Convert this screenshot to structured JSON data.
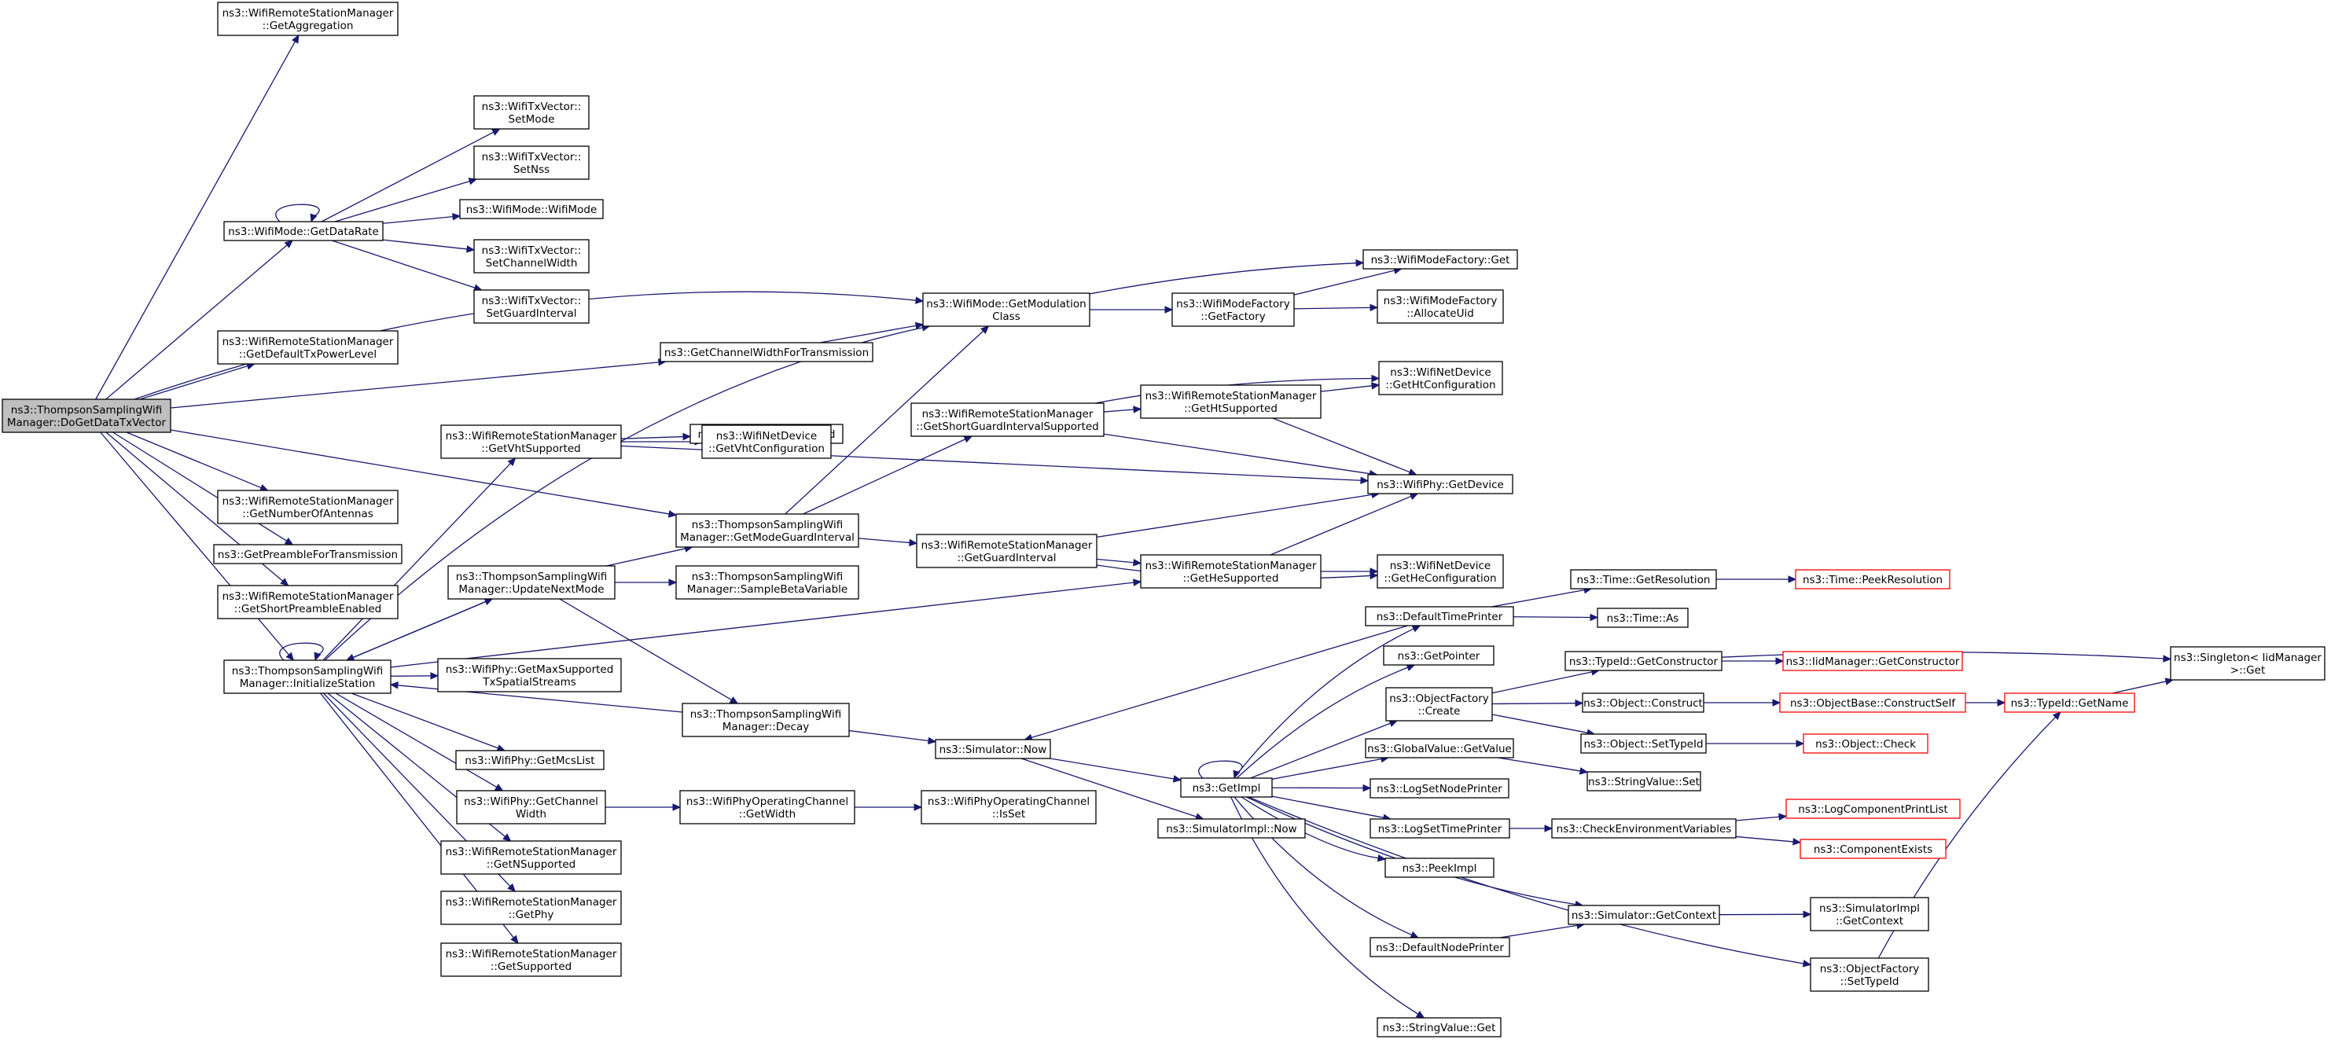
{
  "colors": {
    "edge": "#191970",
    "node_border": "#000000",
    "node_border_truncated": "#ff0000",
    "root_fill": "#bfbfbf",
    "node_fill": "#ffffff"
  },
  "nodes": [
    {
      "id": "root",
      "lines": [
        "ns3::ThompsonSamplingWifi",
        "Manager::DoGetDataTxVector"
      ],
      "root": true
    },
    {
      "id": "getAggregation",
      "lines": [
        "ns3::WifiRemoteStationManager",
        "::GetAggregation"
      ]
    },
    {
      "id": "getDataRate",
      "lines": [
        "ns3::WifiMode::GetDataRate"
      ]
    },
    {
      "id": "setMode",
      "lines": [
        "ns3::WifiTxVector::",
        "SetMode"
      ]
    },
    {
      "id": "setNss",
      "lines": [
        "ns3::WifiTxVector::",
        "SetNss"
      ]
    },
    {
      "id": "wifiModeCtor",
      "lines": [
        "ns3::WifiMode::WifiMode"
      ]
    },
    {
      "id": "setChannelWidth",
      "lines": [
        "ns3::WifiTxVector::",
        "SetChannelWidth"
      ]
    },
    {
      "id": "setGuardInterval",
      "lines": [
        "ns3::WifiTxVector::",
        "SetGuardInterval"
      ]
    },
    {
      "id": "getDefaultTxPowerLevel",
      "lines": [
        "ns3::WifiRemoteStationManager",
        "::GetDefaultTxPowerLevel"
      ]
    },
    {
      "id": "getChannelWidthForTx",
      "lines": [
        "ns3::GetChannelWidthForTransmission"
      ]
    },
    {
      "id": "getModulationClass",
      "lines": [
        "ns3::WifiMode::GetModulation",
        "Class"
      ]
    },
    {
      "id": "wifiModeFactoryGet",
      "lines": [
        "ns3::WifiModeFactory::Get"
      ]
    },
    {
      "id": "getFactory",
      "lines": [
        "ns3::WifiModeFactory",
        "::GetFactory"
      ]
    },
    {
      "id": "allocateUid",
      "lines": [
        "ns3::WifiModeFactory",
        "::AllocateUid"
      ]
    },
    {
      "id": "getPhyBand",
      "lines": [
        "ns3::WifiPhy::GetPhyBand"
      ]
    },
    {
      "id": "getVhtSupported",
      "lines": [
        "ns3::WifiRemoteStationManager",
        "::GetVhtSupported"
      ]
    },
    {
      "id": "getVhtConfiguration",
      "lines": [
        "ns3::WifiNetDevice",
        "::GetVhtConfiguration"
      ]
    },
    {
      "id": "getShortGISupported",
      "lines": [
        "ns3::WifiRemoteStationManager",
        "::GetShortGuardIntervalSupported"
      ]
    },
    {
      "id": "getHtSupported",
      "lines": [
        "ns3::WifiRemoteStationManager",
        "::GetHtSupported"
      ]
    },
    {
      "id": "getHtConfiguration",
      "lines": [
        "ns3::WifiNetDevice",
        "::GetHtConfiguration"
      ]
    },
    {
      "id": "getDevice",
      "lines": [
        "ns3::WifiPhy::GetDevice"
      ]
    },
    {
      "id": "getNumberOfAntennas",
      "lines": [
        "ns3::WifiRemoteStationManager",
        "::GetNumberOfAntennas"
      ]
    },
    {
      "id": "getModeGuardInterval",
      "lines": [
        "ns3::ThompsonSamplingWifi",
        "Manager::GetModeGuardInterval"
      ]
    },
    {
      "id": "getGuardInterval",
      "lines": [
        "ns3::WifiRemoteStationManager",
        "::GetGuardInterval"
      ]
    },
    {
      "id": "getPreambleForTx",
      "lines": [
        "ns3::GetPreambleForTransmission"
      ]
    },
    {
      "id": "updateNextMode",
      "lines": [
        "ns3::ThompsonSamplingWifi",
        "Manager::UpdateNextMode"
      ]
    },
    {
      "id": "sampleBetaVariable",
      "lines": [
        "ns3::ThompsonSamplingWifi",
        "Manager::SampleBetaVariable"
      ]
    },
    {
      "id": "getHeSupported",
      "lines": [
        "ns3::WifiRemoteStationManager",
        "::GetHeSupported"
      ]
    },
    {
      "id": "getHeConfiguration",
      "lines": [
        "ns3::WifiNetDevice",
        "::GetHeConfiguration"
      ]
    },
    {
      "id": "getShortPreambleEnabled",
      "lines": [
        "ns3::WifiRemoteStationManager",
        "::GetShortPreambleEnabled"
      ]
    },
    {
      "id": "timeGetResolution",
      "lines": [
        "ns3::Time::GetResolution"
      ]
    },
    {
      "id": "timePeekResolution",
      "lines": [
        "ns3::Time::PeekResolution"
      ],
      "truncated": true
    },
    {
      "id": "defaultTimePrinter",
      "lines": [
        "ns3::DefaultTimePrinter"
      ]
    },
    {
      "id": "timeAs",
      "lines": [
        "ns3::Time::As"
      ]
    },
    {
      "id": "initializeStation",
      "lines": [
        "ns3::ThompsonSamplingWifi",
        "Manager::InitializeStation"
      ]
    },
    {
      "id": "getMaxSupportedTxSS",
      "lines": [
        "ns3::WifiPhy::GetMaxSupported",
        "TxSpatialStreams"
      ]
    },
    {
      "id": "getPointer",
      "lines": [
        "ns3::GetPointer"
      ]
    },
    {
      "id": "typeIdGetConstructor",
      "lines": [
        "ns3::TypeId::GetConstructor"
      ]
    },
    {
      "id": "iidManagerGetConstructor",
      "lines": [
        "ns3::IidManager::GetConstructor"
      ],
      "truncated": true
    },
    {
      "id": "singletonGet",
      "lines": [
        "ns3::Singleton< IidManager",
        " >::Get"
      ]
    },
    {
      "id": "objectFactoryCreate",
      "lines": [
        "ns3::ObjectFactory",
        "::Create"
      ]
    },
    {
      "id": "objectConstruct",
      "lines": [
        "ns3::Object::Construct"
      ]
    },
    {
      "id": "constructSelf",
      "lines": [
        "ns3::ObjectBase::ConstructSelf"
      ],
      "truncated": true
    },
    {
      "id": "typeIdGetName",
      "lines": [
        "ns3::TypeId::GetName"
      ],
      "truncated": true
    },
    {
      "id": "decay",
      "lines": [
        "ns3::ThompsonSamplingWifi",
        "Manager::Decay"
      ]
    },
    {
      "id": "simulatorNow",
      "lines": [
        "ns3::Simulator::Now"
      ]
    },
    {
      "id": "objectSetTypeId",
      "lines": [
        "ns3::Object::SetTypeId"
      ]
    },
    {
      "id": "objectCheck",
      "lines": [
        "ns3::Object::Check"
      ],
      "truncated": true
    },
    {
      "id": "globalValueGetValue",
      "lines": [
        "ns3::GlobalValue::GetValue"
      ]
    },
    {
      "id": "getMcsList",
      "lines": [
        "ns3::WifiPhy::GetMcsList"
      ]
    },
    {
      "id": "stringValueSet",
      "lines": [
        "ns3::StringValue::Set"
      ]
    },
    {
      "id": "getImpl",
      "lines": [
        "ns3::GetImpl"
      ]
    },
    {
      "id": "logSetNodePrinter",
      "lines": [
        "ns3::LogSetNodePrinter"
      ]
    },
    {
      "id": "phyGetChannelWidth",
      "lines": [
        "ns3::WifiPhy::GetChannel",
        "Width"
      ]
    },
    {
      "id": "opChannelGetWidth",
      "lines": [
        "ns3::WifiPhyOperatingChannel",
        "::GetWidth"
      ]
    },
    {
      "id": "opChannelIsSet",
      "lines": [
        "ns3::WifiPhyOperatingChannel",
        "::IsSet"
      ]
    },
    {
      "id": "logComponentPrintList",
      "lines": [
        "ns3::LogComponentPrintList"
      ],
      "truncated": true
    },
    {
      "id": "simulatorImplNow",
      "lines": [
        "ns3::SimulatorImpl::Now"
      ]
    },
    {
      "id": "logSetTimePrinter",
      "lines": [
        "ns3::LogSetTimePrinter"
      ]
    },
    {
      "id": "checkEnvVars",
      "lines": [
        "ns3::CheckEnvironmentVariables"
      ]
    },
    {
      "id": "componentExists",
      "lines": [
        "ns3::ComponentExists"
      ],
      "truncated": true
    },
    {
      "id": "getNSupported",
      "lines": [
        "ns3::WifiRemoteStationManager",
        "::GetNSupported"
      ]
    },
    {
      "id": "peekImpl",
      "lines": [
        "ns3::PeekImpl"
      ]
    },
    {
      "id": "getPhy",
      "lines": [
        "ns3::WifiRemoteStationManager",
        "::GetPhy"
      ]
    },
    {
      "id": "simulatorGetContext",
      "lines": [
        "ns3::Simulator::GetContext"
      ]
    },
    {
      "id": "simulatorImplGetContext",
      "lines": [
        "ns3::SimulatorImpl",
        "::GetContext"
      ]
    },
    {
      "id": "defaultNodePrinter",
      "lines": [
        "ns3::DefaultNodePrinter"
      ]
    },
    {
      "id": "getSupported",
      "lines": [
        "ns3::WifiRemoteStationManager",
        "::GetSupported"
      ]
    },
    {
      "id": "objectFactorySetTypeId",
      "lines": [
        "ns3::ObjectFactory",
        "::SetTypeId"
      ]
    },
    {
      "id": "stringValueGet",
      "lines": [
        "ns3::StringValue::Get"
      ]
    }
  ]
}
